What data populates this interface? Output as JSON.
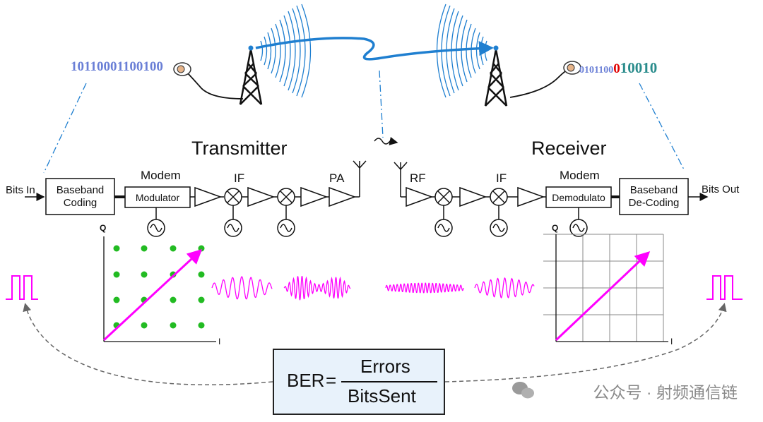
{
  "transmitter": {
    "title": "Transmitter",
    "bits_in_label": "Bits In",
    "baseband_line1": "Baseband",
    "baseband_line2": "Coding",
    "modem_label": "Modem",
    "modulator_label": "Modulator",
    "if_label": "IF",
    "pa_label": "PA",
    "bitstream": "10110001100100"
  },
  "receiver": {
    "title": "Receiver",
    "rf_label": "RF",
    "if_label": "IF",
    "modem_label": "Modem",
    "demodulator_label": "Demodulato",
    "baseband_line1": "Baseband",
    "baseband_line2": "De-Coding",
    "bits_out_label": "Bits Out",
    "bitstream_before_error": "0101100",
    "bitstream_error_bit": "0",
    "bitstream_after_error": "10010"
  },
  "constellation": {
    "axis_q": "Q",
    "axis_i": "I"
  },
  "formula": {
    "lhs": "BER",
    "equals": "=",
    "numerator": "Errors",
    "denominator": "BitsSent"
  },
  "watermark": "公众号 · 射频通信链",
  "colors": {
    "magenta": "#ff00ff",
    "dot_green": "#22bb22",
    "bits_blue": "#6a7fd6",
    "bits_teal": "#2a8c8c",
    "error_red": "#e00000",
    "wave_blue": "#1f7fd0",
    "box_fill": "#e8f2fb"
  }
}
